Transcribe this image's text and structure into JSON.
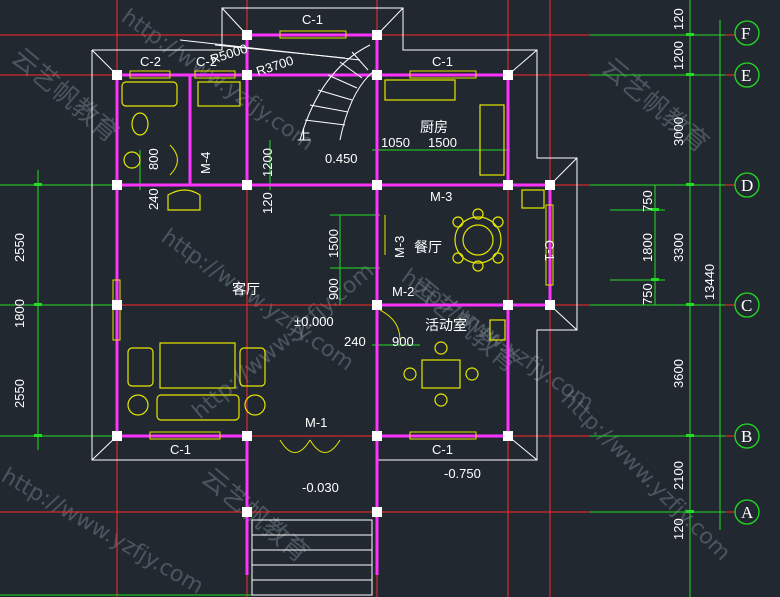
{
  "rooms": {
    "living": "客厅",
    "dining": "餐厅",
    "kitchen": "厨房",
    "activity": "活动室",
    "up": "上"
  },
  "windows": {
    "c1_top": "C-1",
    "c2_a": "C-2",
    "c2_b": "C-2",
    "c1_kitchen": "C-1",
    "c1_right": "C-1",
    "c1_bottom_left": "C-1",
    "c1_bottom_right": "C-1"
  },
  "doors": {
    "m4": "M-4",
    "m3_a": "M-3",
    "m3_b": "M-3",
    "m2": "M-2",
    "m1": "M-1"
  },
  "levels": {
    "stair": "0.450",
    "floor": "±0.000",
    "porch": "-0.030",
    "outside": "-0.750"
  },
  "radii": {
    "r1": "R5000",
    "r2": "R3700"
  },
  "inner_dims": {
    "d800": "800",
    "d240a": "240",
    "d1200": "1200",
    "d120a": "120",
    "d1050": "1050",
    "d1500a": "1500",
    "d1500b": "1500",
    "d900a": "900",
    "d240b": "240",
    "d900b": "900"
  },
  "left_dims": [
    "2550",
    "1800",
    "2550"
  ],
  "right_dims": {
    "r1200": "1200",
    "r3000": "3000",
    "r750a": "750",
    "r1800": "1800",
    "r750b": "750",
    "r3300": "3300",
    "r3600": "3600",
    "r2100": "2100",
    "r120a": "120",
    "r120b": "120",
    "total": "13440"
  },
  "axes": [
    "F",
    "E",
    "D",
    "C",
    "B",
    "A"
  ],
  "watermark": {
    "url": "http://www.yzfjy.com",
    "brand": "云艺帆教育"
  },
  "colors": {
    "background": "#212830",
    "wall": "#ffffff",
    "axis_line": "#ff2a2a",
    "dim_line": "#22dd22",
    "furniture": "#e6e600",
    "window": "#ff33ff"
  }
}
